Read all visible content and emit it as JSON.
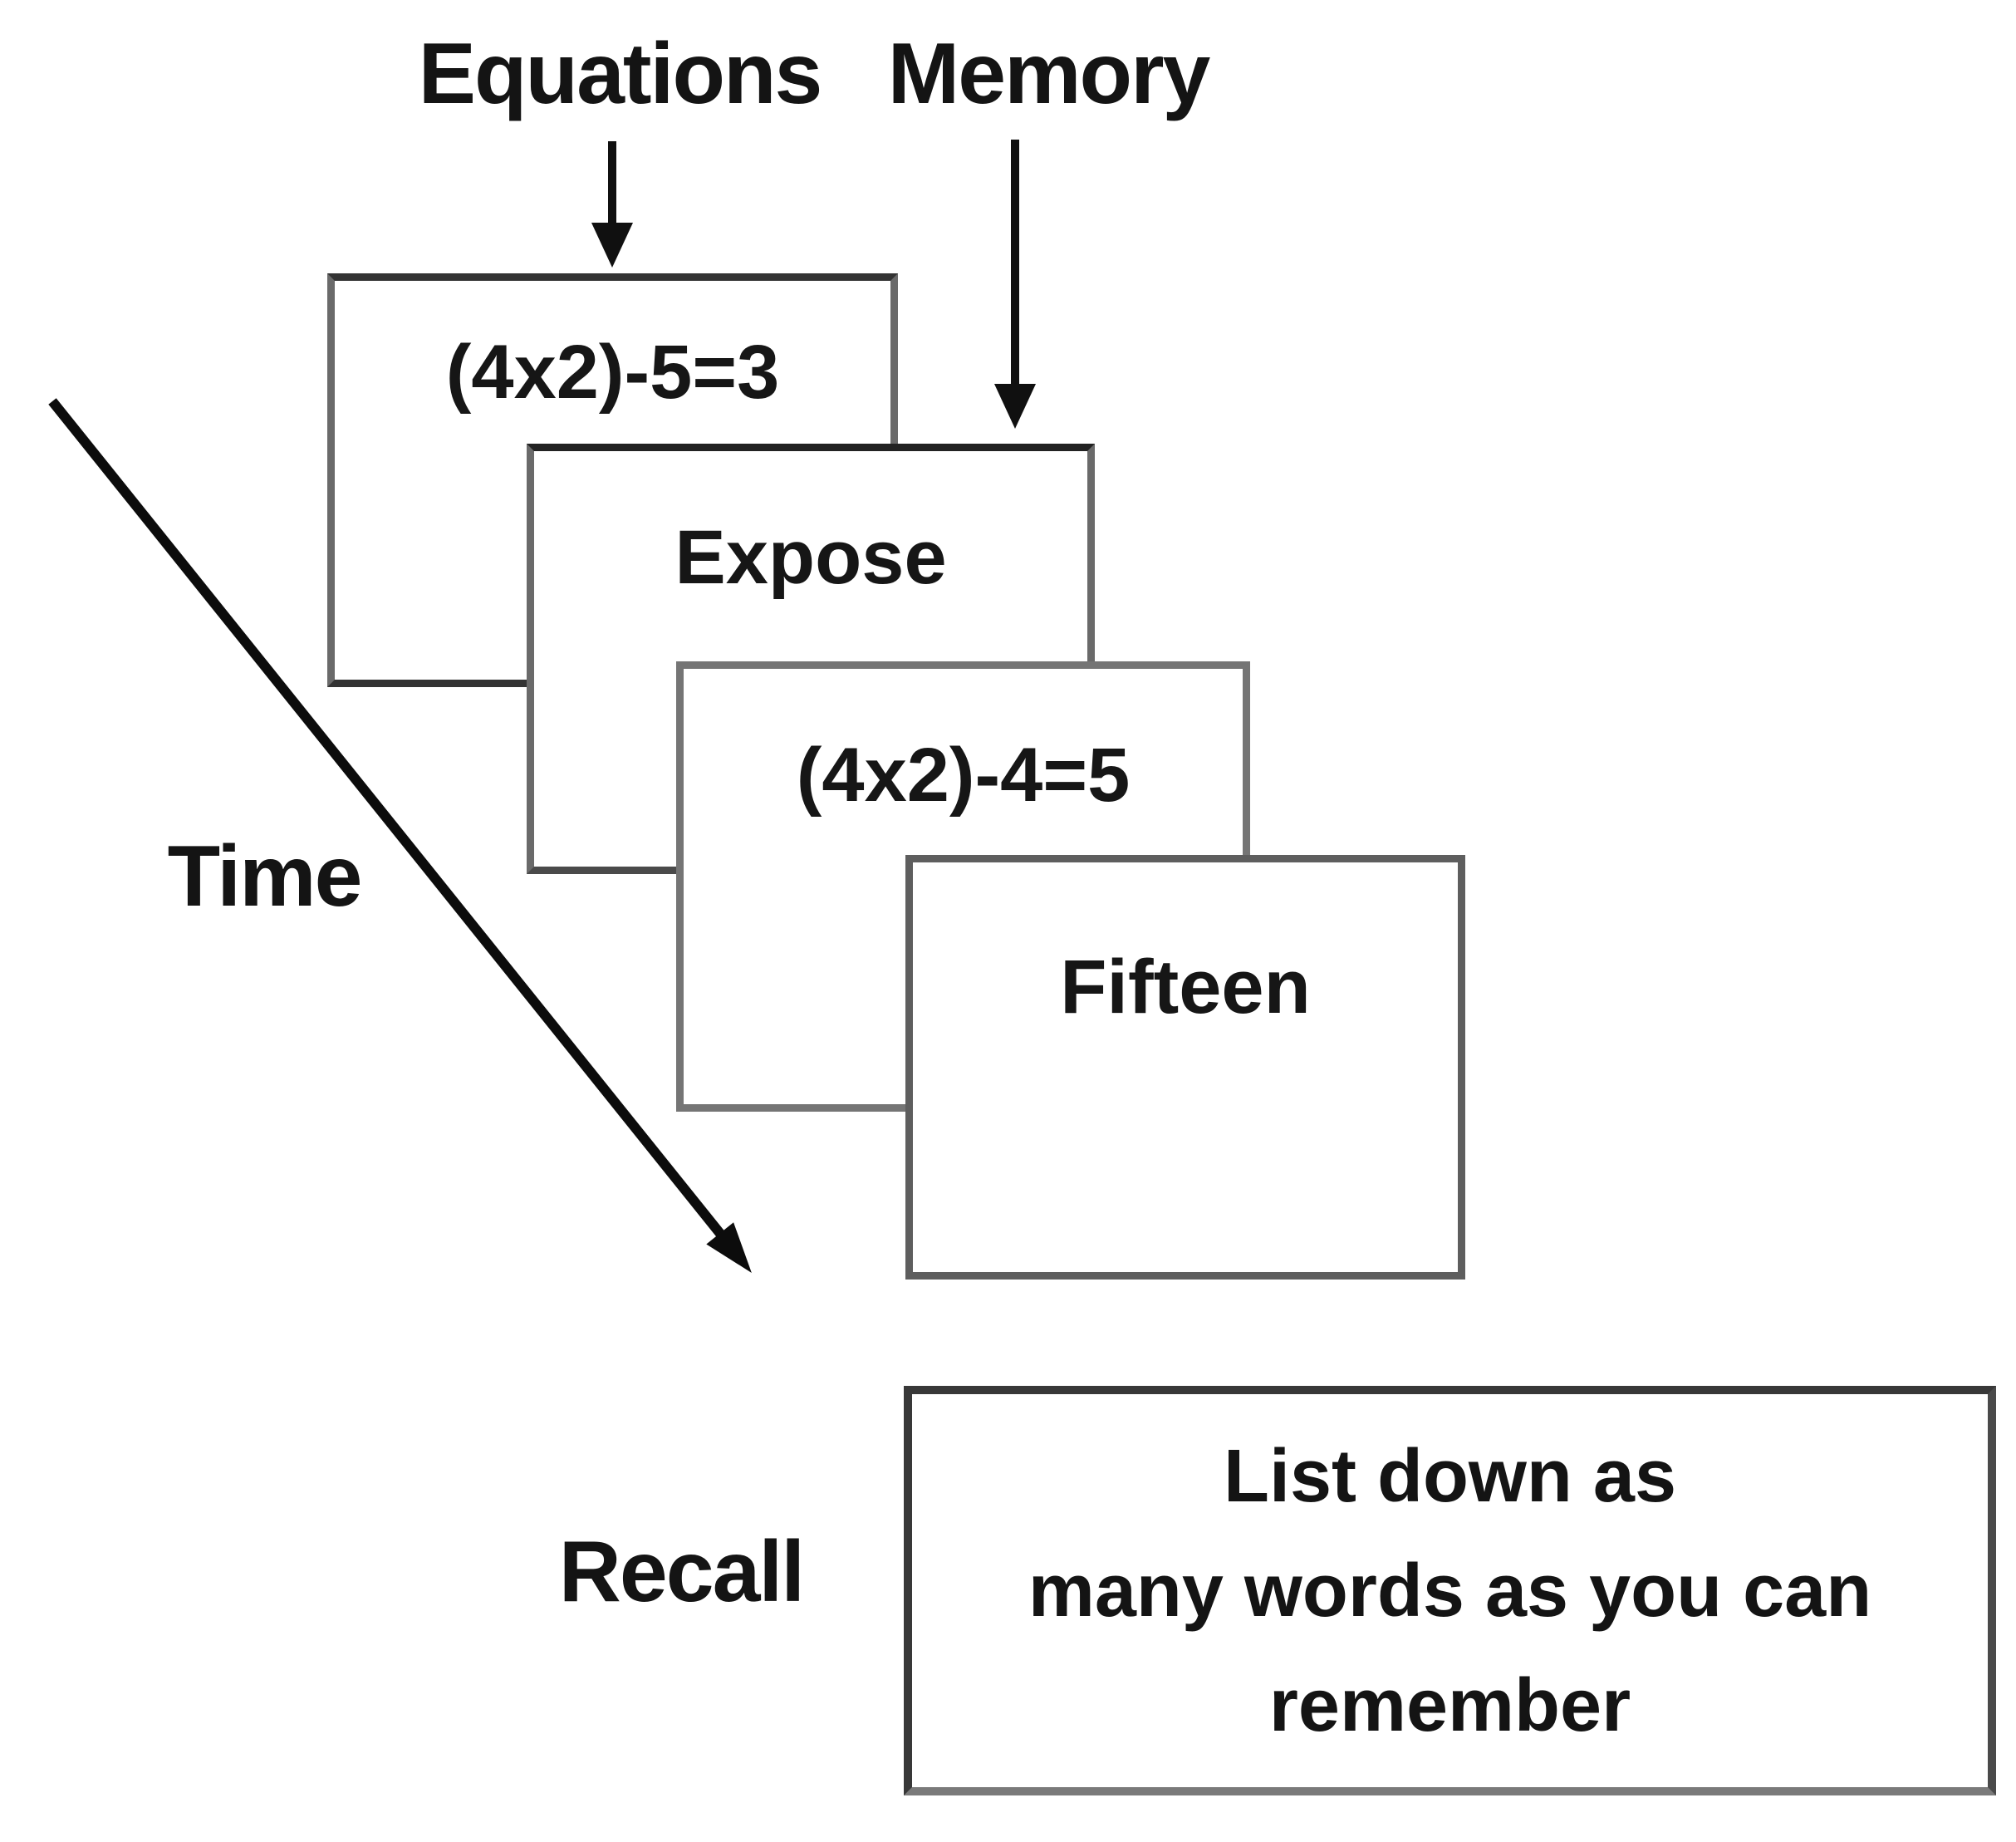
{
  "header": {
    "equations_label": "Equations",
    "memory_label": "Memory"
  },
  "timeline": {
    "time_label": "Time"
  },
  "cards": [
    {
      "text": "(4x2)-5=3"
    },
    {
      "text": "Expose"
    },
    {
      "text": "(4x2)-4=5"
    },
    {
      "text": "Fifteen"
    }
  ],
  "recall": {
    "label": "Recall",
    "instruction_lines": [
      "List down as",
      "many words as you can",
      "remember"
    ]
  },
  "colors": {
    "background": "#ffffff",
    "text": "#141414",
    "card_border": "#6a6a6a",
    "recall_box_border": "#383838",
    "arrow": "#0c0c0c"
  }
}
